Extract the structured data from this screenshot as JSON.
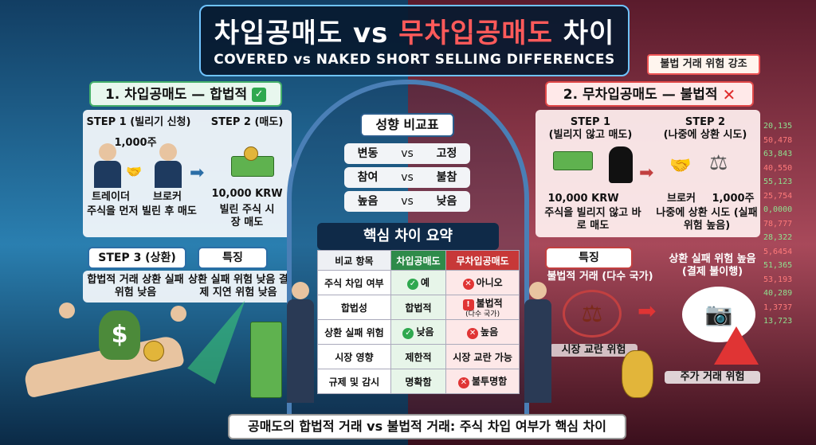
{
  "title": {
    "kr_part1": "차입공매도",
    "kr_vs": " vs ",
    "kr_part2": "무차입공매도",
    "kr_part3": " 차이",
    "en": "COVERED vs NAKED SHORT SELLING DIFFERENCES"
  },
  "risk_badge": "불법 거래 위험 강조",
  "left": {
    "header": "1. 차입공매도 — 합법적",
    "step1": "STEP 1 (빌리기 신청)",
    "step2": "STEP 2 (매도)",
    "shares": "1,000주",
    "trader": "트레이더",
    "broker": "브로커",
    "step1_desc": "주식을 먼저 빌린 후 매도",
    "amount": "10,000 KRW",
    "step2_desc": "빌린 주식 시장 매도",
    "step3": "STEP 3 (상환)",
    "step3_desc": "합법적 거래 상환 실패 위험 낮음",
    "feature": "특징",
    "feature_desc": "상환 실패 위험 낮음 결제 지연 위험 낮음"
  },
  "right": {
    "header": "2. 무차입공매도 — 불법적",
    "step1": "STEP 1",
    "step1_sub": "(빌리지 않고 매도)",
    "step2": "STEP 2",
    "step2_sub": "(나중에 상환 시도)",
    "amount": "10,000 KRW",
    "step1_desc": "주식을 빌리지 않고 바로 매도",
    "broker": "브로커",
    "shares": "1,000주",
    "step2_desc": "나중에 상환 시도 (실패 위험 높음)",
    "feature": "특징",
    "feature_desc": "불법적 거래 (다수 국가)",
    "fail": "상환 실패 위험 높음 (결제 불이행)",
    "disrupt": "시장 교란 위험",
    "price_risk": "주가 거래 위험"
  },
  "traits": {
    "title": "성향 비교표",
    "rows": [
      {
        "left": "변동",
        "vs": "vs",
        "right": "고정"
      },
      {
        "left": "참여",
        "vs": "vs",
        "right": "불참"
      },
      {
        "left": "높음",
        "vs": "vs",
        "right": "낮음"
      }
    ]
  },
  "summary": {
    "title": "핵심 차이 요약",
    "headers": [
      "비교 항목",
      "차입공매도",
      "무차입공매도"
    ],
    "rows": [
      {
        "item": "주식 차입 여부",
        "covered": "예",
        "naked": "아니오"
      },
      {
        "item": "합법성",
        "covered": "합법적",
        "naked": "불법적",
        "naked_sub": "(다수 국가)"
      },
      {
        "item": "상환 실패 위험",
        "covered": "낮음",
        "naked": "높음"
      },
      {
        "item": "시장 영향",
        "covered": "제한적",
        "naked": "시장 교란 가능"
      },
      {
        "item": "규제 및 감시",
        "covered": "명확함",
        "naked": "불투명함"
      }
    ]
  },
  "footer": "공매도의 합법적 거래 vs 불법적 거래: 주식 차입 여부가 핵심 차이",
  "ticker": [
    "20,135",
    "50,478",
    "63,843",
    "40,550",
    "55,123",
    "25,754",
    "0,0000",
    "78,777",
    "28,322",
    "5,6454",
    "51,365",
    "53,193",
    "40,289",
    "1,3737",
    "13,723"
  ]
}
